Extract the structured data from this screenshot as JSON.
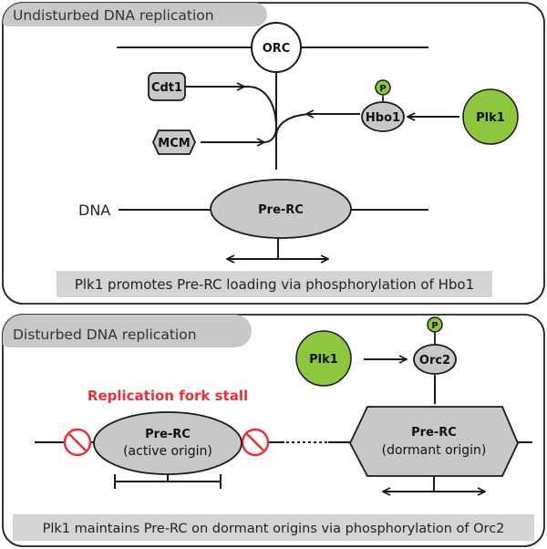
{
  "colors": {
    "node_gray": "#c8c8c8",
    "node_green": "#8dc63f",
    "header_gray": "#c8c8c8",
    "caption_gray": "#d4d4d4",
    "stall_red": "#e8303a",
    "line": "#1a1a1a"
  },
  "panel_top": {
    "header": "Undisturbed DNA replication",
    "orc": "ORC",
    "cdt1": "Cdt1",
    "mcm": "MCM",
    "hbo1": "Hbo1",
    "phospho": "P",
    "plk1": "Plk1",
    "prerc": "Pre-RC",
    "dna_label": "DNA",
    "caption": "Plk1 promotes  Pre-RC loading via phosphorylation  of Hbo1"
  },
  "panel_bottom": {
    "header": "Disturbed DNA replication",
    "plk1": "Plk1",
    "orc2": "Orc2",
    "phospho": "P",
    "fork_stall": "Replication fork stall",
    "active_prerc": "Pre-RC",
    "active_sub": "(active origin)",
    "dormant_prerc": "Pre-RC",
    "dormant_sub": "(dormant origin)",
    "caption": "Plk1 maintains Pre-RC on dormant origins via phosphorylation of Orc2"
  }
}
